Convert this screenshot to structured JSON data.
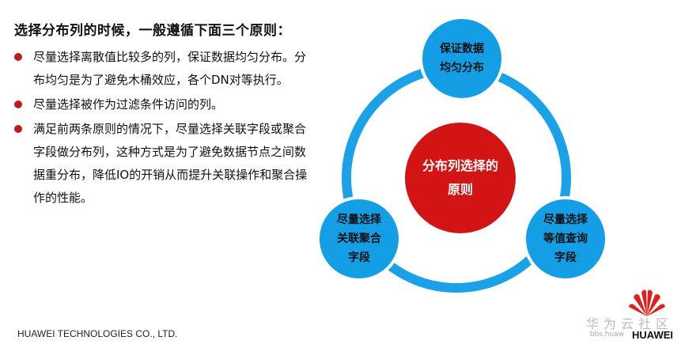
{
  "slide": {
    "title": "选择分布列的时候，一般遵循下面三个原则：",
    "bullets": [
      "尽量选择离散值比较多的列，保证数据均匀分布。分布均匀是为了避免木桶效应，各个DN对等执行。",
      "尽量选择被作为过滤条件访问的列。",
      "满足前两条原则的情况下，尽量选择关联字段或聚合字段做分布列，这种方式是为了避免数据节点之间数据重分布，降低IO的开销从而提升关联操作和聚合操作的性能。"
    ],
    "bullet_color": "#c21a1a"
  },
  "diagram": {
    "center": "分布列选择的原则",
    "center_color": "#d31414",
    "ring_color": "#1aa1e8",
    "nodes": [
      "保证数据均匀分布",
      "尽量选择关联聚合字段",
      "尽量选择等值查询字段"
    ]
  },
  "footer": {
    "company": "HUAWEI TECHNOLOGIES CO., LTD.",
    "watermark": "华为云社区",
    "watermark_url": "bbs.huaw",
    "brand": "HUAWEI"
  }
}
